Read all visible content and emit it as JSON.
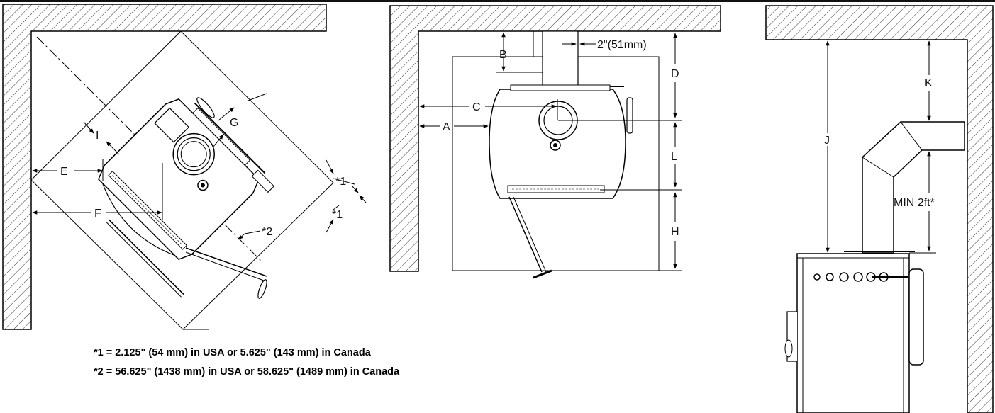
{
  "diagrams": {
    "corner": {
      "labels": {
        "i": "I",
        "g": "G",
        "e": "E",
        "f": "F",
        "star1_a": "*1",
        "star1_b": "*1",
        "star2": "*2"
      }
    },
    "top": {
      "labels": {
        "b": "B",
        "flue": "2\"(51mm)",
        "d": "D",
        "c": "C",
        "a": "A",
        "l": "L",
        "h": "H"
      }
    },
    "side": {
      "labels": {
        "k": "K",
        "j": "J",
        "min": "MIN 2ft*"
      }
    }
  },
  "notes": {
    "n1": "*1 = 2.125\" (54 mm) in USA or 5.625\" (143 mm) in Canada",
    "n2": "*2 = 56.625\" (1438 mm) in USA or 58.625\" (1489 mm) in Canada"
  }
}
